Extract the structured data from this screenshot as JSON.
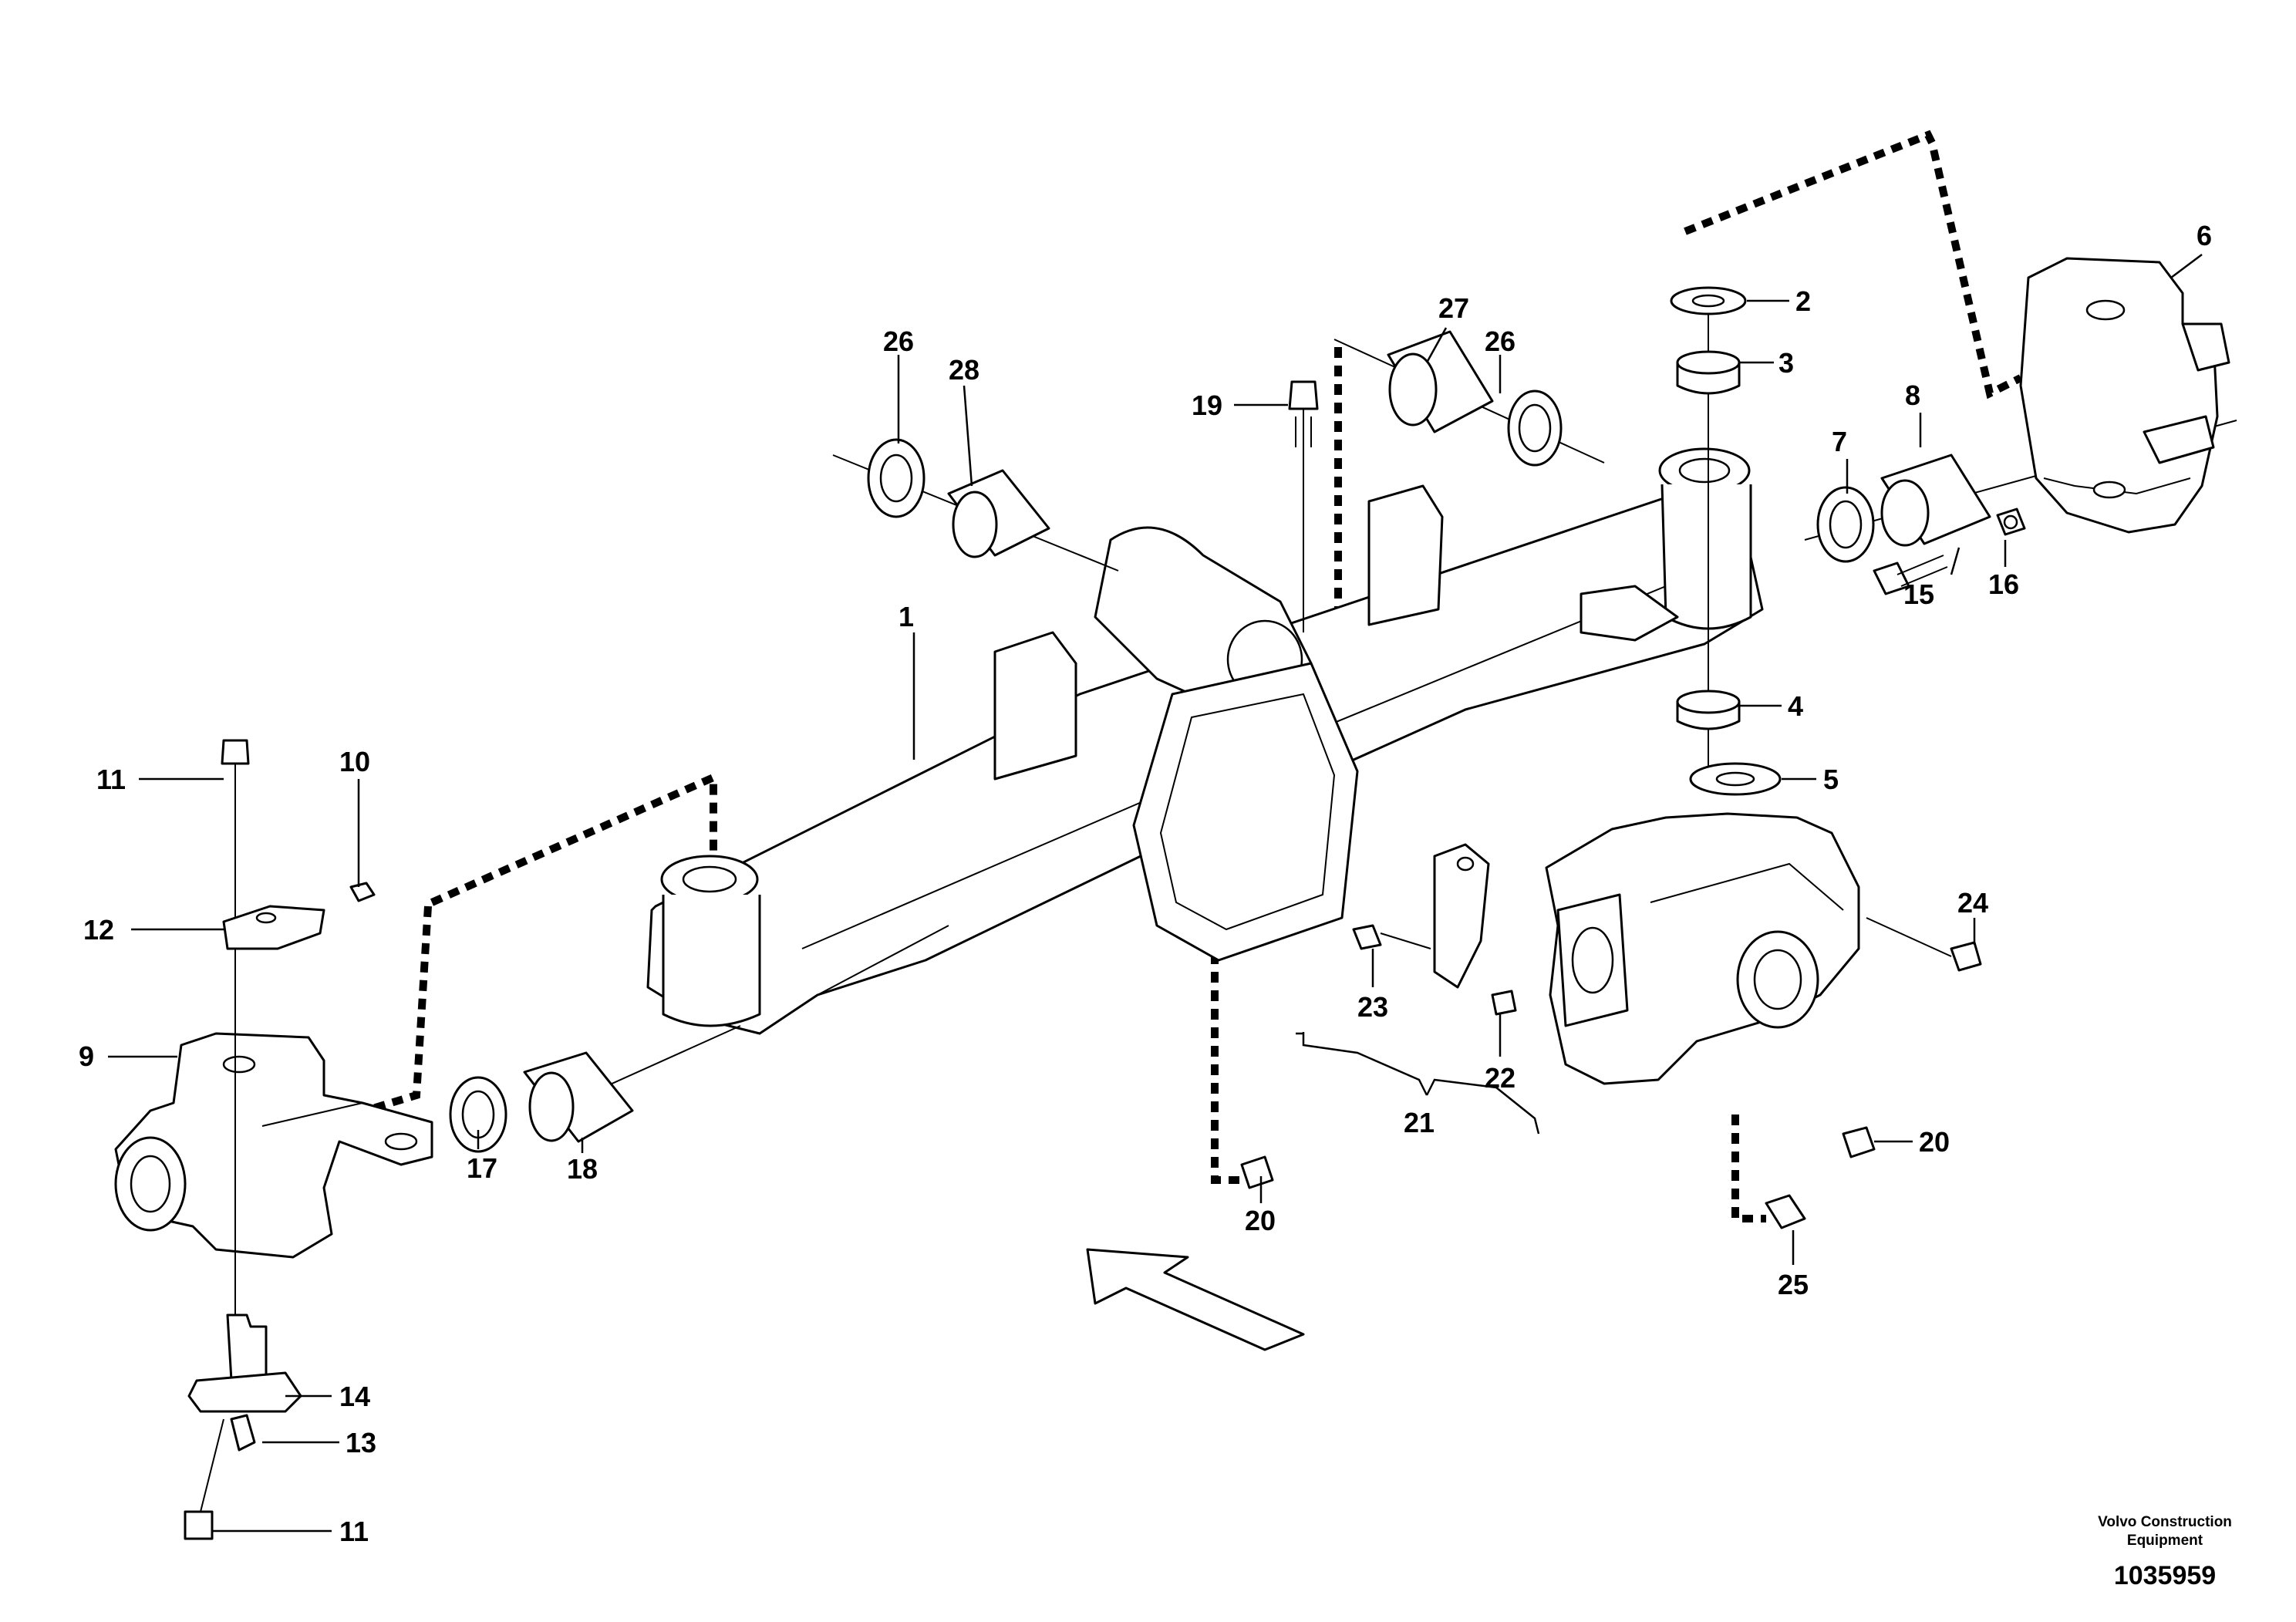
{
  "labels": {
    "p1": "1",
    "p2": "2",
    "p3": "3",
    "p4": "4",
    "p5": "5",
    "p6": "6",
    "p7": "7",
    "p8": "8",
    "p9": "9",
    "p10": "10",
    "p11a": "11",
    "p11b": "11",
    "p12": "12",
    "p13": "13",
    "p14": "14",
    "p15": "15",
    "p16": "16",
    "p17": "17",
    "p18": "18",
    "p19": "19",
    "p20a": "20",
    "p20b": "20",
    "p21": "21",
    "p22": "22",
    "p23": "23",
    "p24": "24",
    "p25": "25",
    "p26a": "26",
    "p26b": "26",
    "p27": "27",
    "p28": "28"
  },
  "footer": {
    "brand_line1": "Volvo Construction",
    "brand_line2": "Equipment",
    "drawing_number": "1035959"
  }
}
